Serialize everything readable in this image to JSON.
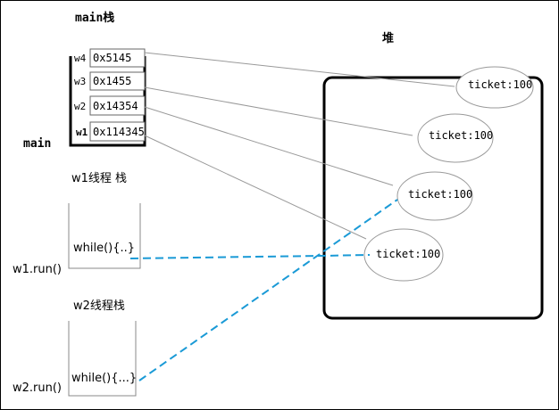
{
  "labels": {
    "main_stack_title": "main栈",
    "heap_title": "堆",
    "main_label": "main",
    "w1_stack_title": "w1线程 栈",
    "w2_stack_title": "w2线程栈",
    "w1_run": "w1.run()",
    "w2_run": "w2.run()",
    "w1_while": "while(){..}",
    "w2_while": "while(){...}"
  },
  "stack_vars": [
    {
      "name": "w4",
      "addr": "0x5145"
    },
    {
      "name": "w3",
      "addr": "0x1455"
    },
    {
      "name": "w2",
      "addr": "0x14354"
    },
    {
      "name": "w1",
      "addr": "0x114345"
    }
  ],
  "heap_objects": [
    {
      "label": "ticket:100"
    },
    {
      "label": "ticket:100"
    },
    {
      "label": "ticket:100"
    },
    {
      "label": "ticket:100"
    }
  ],
  "colors": {
    "line": "#999999",
    "dash": "#1a9ad6",
    "box": "#000000"
  }
}
